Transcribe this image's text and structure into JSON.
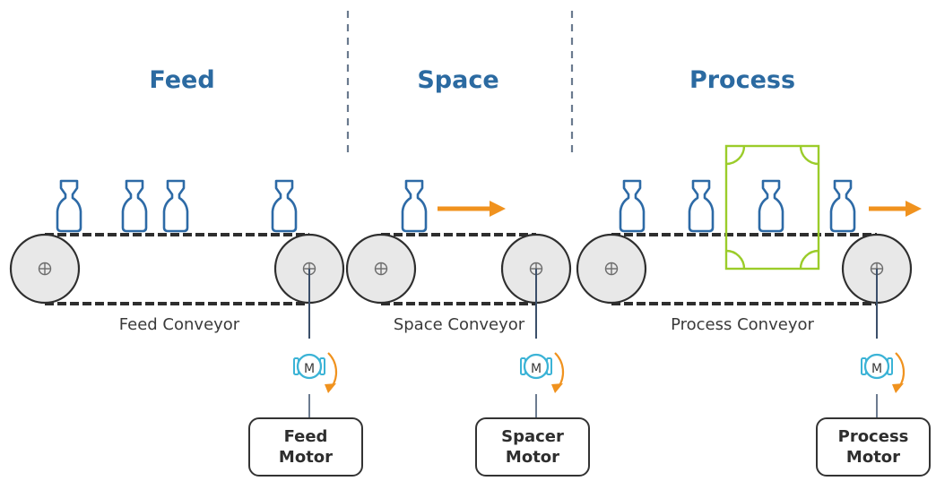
{
  "stages": {
    "feed": "Feed",
    "space": "Space",
    "process": "Process"
  },
  "conveyors": {
    "feed": "Feed Conveyor",
    "space": "Space Conveyor",
    "process": "Process Conveyor"
  },
  "motors": {
    "feed": {
      "line1": "Feed",
      "line2": "Motor"
    },
    "spacer": {
      "line1": "Spacer",
      "line2": "Motor"
    },
    "process": {
      "line1": "Process",
      "line2": "Motor"
    },
    "symbol": "M"
  },
  "icons": {
    "bottle": "bottle-icon",
    "arrow": "direction-arrow-icon",
    "roller": "roller-icon",
    "motor": "motor-icon",
    "rotation": "rotation-arrow-icon",
    "inspection": "inspection-frame-icon"
  },
  "colors": {
    "title": "#2b6aa1",
    "bottle": "#2d6aa6",
    "arrow": "#f0921e",
    "motor": "#3bb3d6",
    "inspection": "#9bcc2a",
    "roller": "#e8e8e8",
    "divider": "#6a7a8e"
  }
}
